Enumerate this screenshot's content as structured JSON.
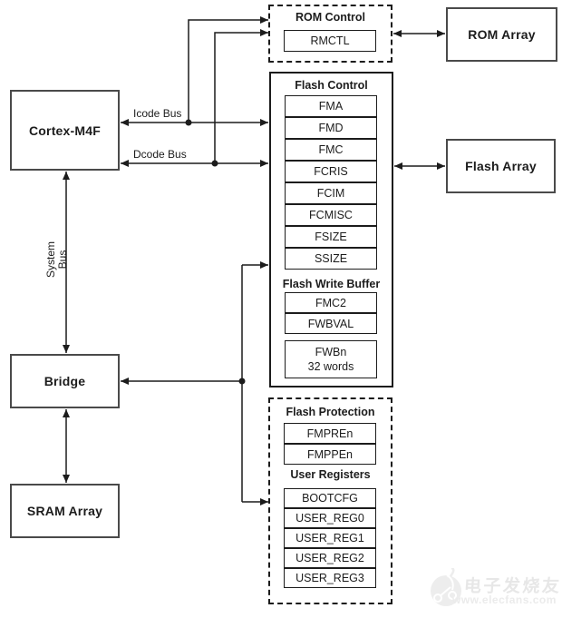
{
  "nodes": {
    "cortex": "Cortex-M4F",
    "bridge": "Bridge",
    "sram_array": "SRAM Array",
    "rom_array": "ROM Array",
    "flash_array": "Flash Array"
  },
  "buses": {
    "icode": "Icode Bus",
    "dcode": "Dcode Bus",
    "system_line1": "System",
    "system_line2": "Bus"
  },
  "groups": {
    "rom_control": {
      "title": "ROM Control",
      "registers": [
        "RMCTL"
      ]
    },
    "flash_control": {
      "title": "Flash Control",
      "registers": [
        "FMA",
        "FMD",
        "FMC",
        "FCRIS",
        "FCIM",
        "FCMISC",
        "FSIZE",
        "SSIZE"
      ],
      "write_buffer": {
        "title": "Flash Write Buffer",
        "registers": [
          "FMC2",
          "FWBVAL"
        ],
        "fwb_register": {
          "name": "FWBn",
          "size": "32 words"
        }
      }
    },
    "flash_protection": {
      "title": "Flash Protection",
      "registers": [
        "FMPREn",
        "FMPPEn"
      ],
      "user_registers": {
        "title": "User Registers",
        "registers": [
          "BOOTCFG",
          "USER_REG0",
          "USER_REG1",
          "USER_REG2",
          "USER_REG3"
        ]
      }
    }
  },
  "watermark": {
    "brand": "电子发烧友",
    "url": "www.elecfans.com"
  },
  "colors": {
    "background": "#ffffff",
    "line": "#1c1c1c",
    "big_box_border": "#4a4a4a",
    "register_border": "#1c1c1c",
    "watermark_gray": "#e9e9e9"
  }
}
